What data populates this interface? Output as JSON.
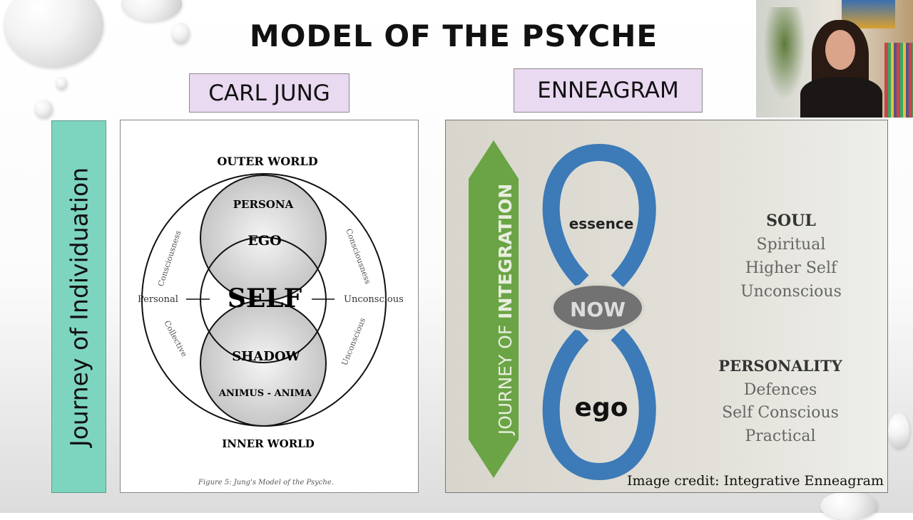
{
  "slide": {
    "title": "MODEL OF THE PSYCHE",
    "left_label": "CARL JUNG",
    "right_label": "ENNEAGRAM",
    "side_label": "Journey of Individuation"
  },
  "jung": {
    "outer_world": "OUTER WORLD",
    "inner_world": "INNER WORLD",
    "persona": "PERSONA",
    "ego": "EGO",
    "self": "SELF",
    "shadow": "SHADOW",
    "animus_anima": "ANIMUS - ANIMA",
    "personal": "Personal",
    "unconscious_right": "Unconscious",
    "consciousness_left": "Consciousness",
    "consciousness_right": "Consciousness",
    "collective": "Collective",
    "unconscious_lower": "Unconscious",
    "caption": "Figure 5: Jung's Model of the Psyche."
  },
  "enneagram": {
    "journey_light": "JOURNEY OF ",
    "journey_bold": "INTEGRATION",
    "essence": "essence",
    "now": "NOW",
    "ego": "ego",
    "soul": "SOUL",
    "soul_items": [
      "Spiritual",
      "Higher Self",
      "Unconscious"
    ],
    "personality": "PERSONALITY",
    "personality_items": [
      "Defences",
      "Self Conscious",
      "Practical"
    ],
    "credit": "Image credit: Integrative Enneagram"
  },
  "colors": {
    "label_bg": "#e9d9f1",
    "journey_bg": "#7dd5bf",
    "green_arrow": "#6aa444",
    "loop_blue": "#3c7ab8",
    "now_gray": "#707070"
  }
}
